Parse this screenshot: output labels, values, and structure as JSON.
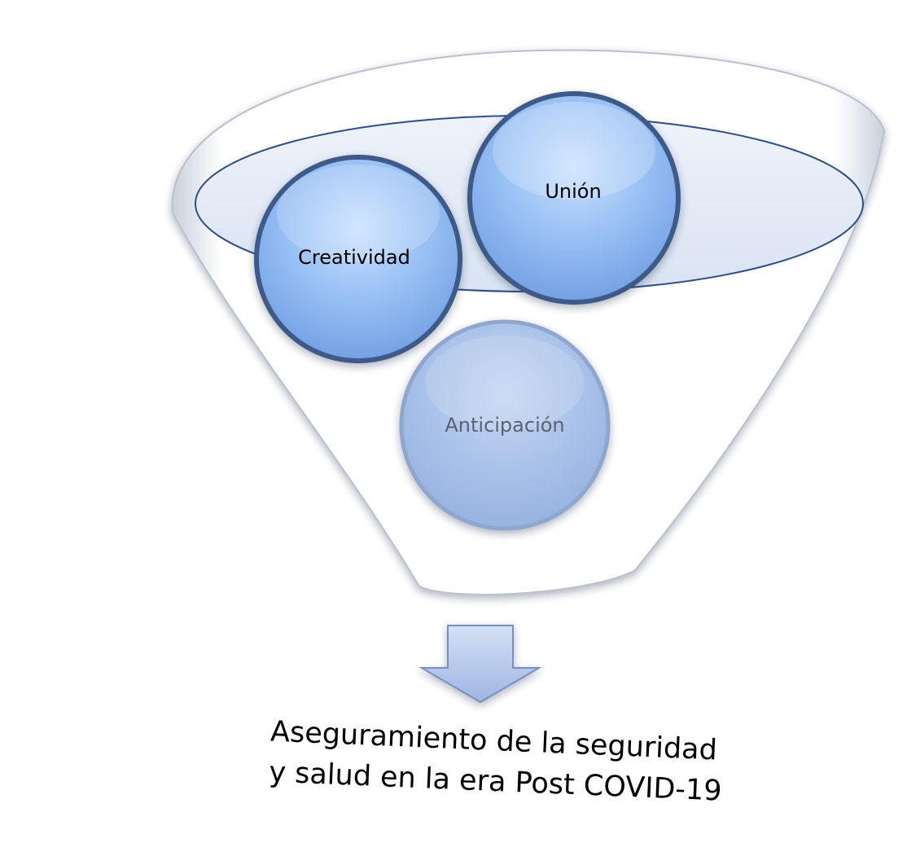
{
  "diagram": {
    "inputs": [
      {
        "label": "Creatividad"
      },
      {
        "label": "Unión"
      },
      {
        "label": "Anticipación"
      }
    ],
    "result": {
      "line1": "Aseguramiento de la seguridad",
      "line2": "y salud en la era Post COVID-19"
    }
  },
  "colors": {
    "funnel_fill": "#ffffff",
    "funnel_mouth": "#e7edf8",
    "circle_blue": "#8fb8ee",
    "circle_edge": "#3c5a88",
    "arrow_fill": "#b3c7ea",
    "label_dark": "#000000",
    "label_gray": "#5a6170"
  }
}
